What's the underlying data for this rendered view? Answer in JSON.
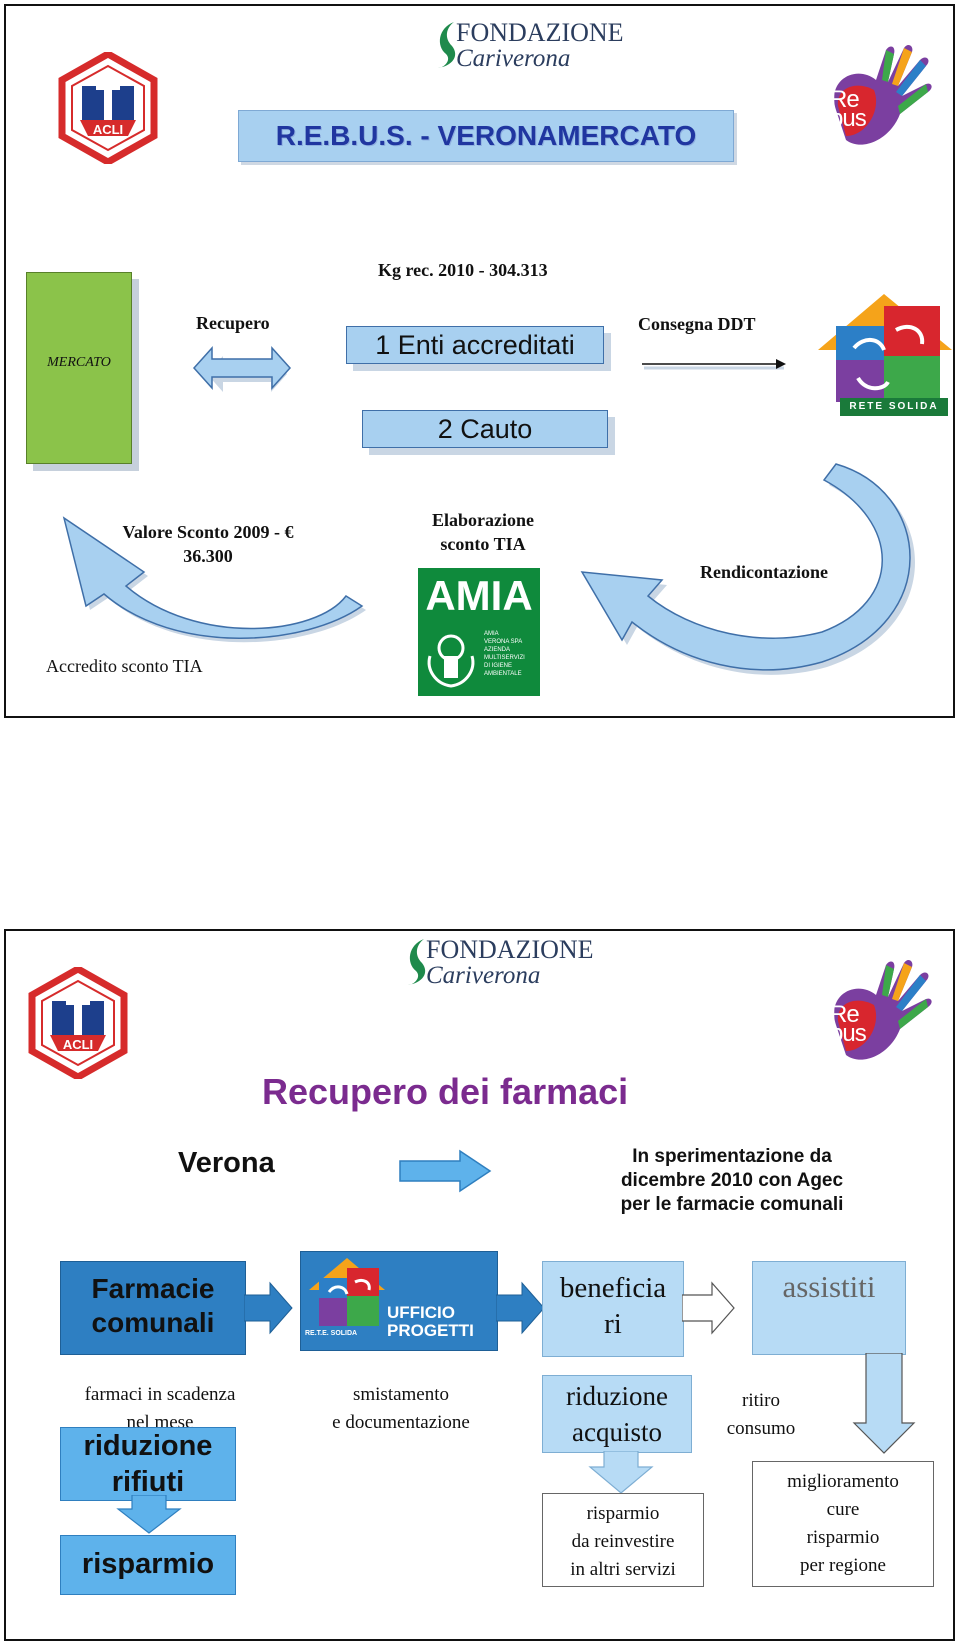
{
  "slide1": {
    "title": "R.E.B.U.S. - VERONAMERCATO",
    "kg_rec": "Kg rec. 2010 - 304.313",
    "mercato": "MERCATO",
    "recupero": "Recupero",
    "enti": "1 Enti accreditati",
    "cauto": "2 Cauto",
    "consegna": "Consegna  DDT",
    "valore_line1": "Valore Sconto 2009 - €",
    "valore_line2": "36.300",
    "elaborazione_line1": "Elaborazione",
    "elaborazione_line2": "sconto TIA",
    "rendicontazione": "Rendicontazione",
    "accredito": "Accredito  sconto TIA",
    "amia_logo": "AMIA",
    "amia_small": [
      "AMIA",
      "VERONA SPA",
      "AZIENDA",
      "MULTISERVIZI",
      "DI IGIENE",
      "AMBIENTALE"
    ],
    "rete_solida": "RETE SOLIDA"
  },
  "logos": {
    "fondazione_line1": "FONDAZIONE",
    "fondazione_line2": "Cariverona",
    "acli": "ACLI",
    "rebus": "Re bus"
  },
  "slide2": {
    "title": "Recupero dei farmaci",
    "verona": "Verona",
    "sperimentazione_line1": "In sperimentazione da",
    "sperimentazione_line2": "dicembre 2010 con Agec",
    "sperimentazione_line3": "per le farmacie comunali",
    "farmacie_line1": "Farmacie",
    "farmacie_line2": "comunali",
    "ufficio_line1": "UFFICIO",
    "ufficio_line2": "PROGETTI",
    "rete_label": "RE.T.E. SOLIDA",
    "beneficiari_line1": "beneficia",
    "beneficiari_line2": "ri",
    "assistiti": "assistiti",
    "farmaci_scadenza_line1": "farmaci in scadenza",
    "farmaci_scadenza_line2": "nel mese",
    "smistamento_line1": "smistamento",
    "smistamento_line2": "e documentazione",
    "riduzione_acquisto_line1": "riduzione",
    "riduzione_acquisto_line2": "acquisto",
    "ritiro_line1": "ritiro",
    "ritiro_line2": "consumo",
    "riduzione_rifiuti_line1": "riduzione",
    "riduzione_rifiuti_line2": "rifiuti",
    "risparmio": "risparmio",
    "risparmio_reinvestire_line1": "risparmio",
    "risparmio_reinvestire_line2": "da reinvestire",
    "risparmio_reinvestire_line3": "in altri servizi",
    "miglioramento_line1": "miglioramento",
    "miglioramento_line2": "cure",
    "miglioramento_line3": "risparmio",
    "miglioramento_line4": "per regione"
  }
}
